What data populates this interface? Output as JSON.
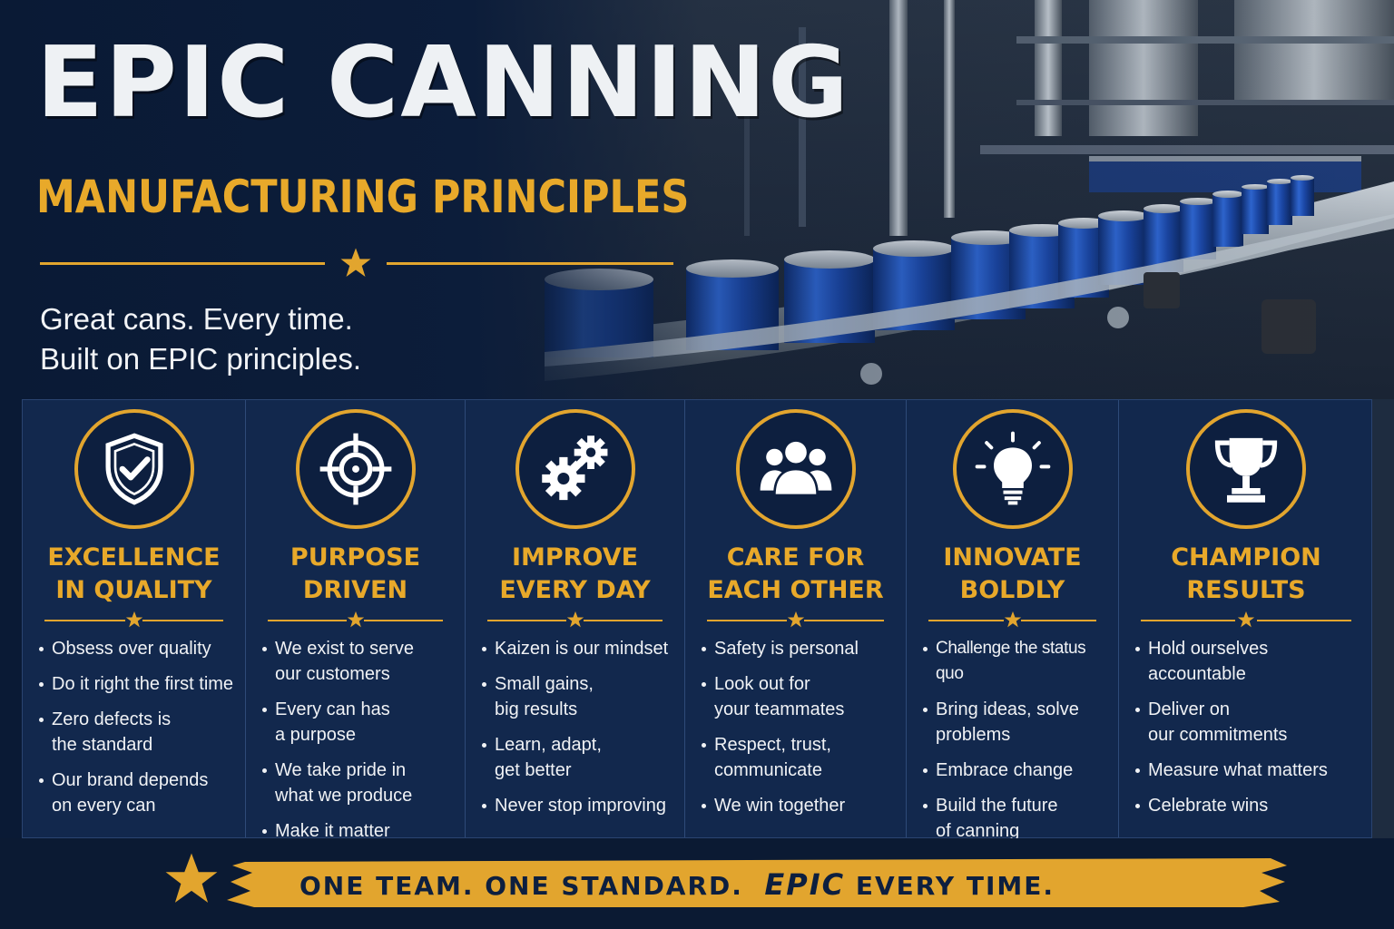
{
  "header": {
    "title": "EPIC CANNING",
    "subtitle": "MANUFACTURING PRINCIPLES",
    "tagline_line1": "Great cans.  Every time.",
    "tagline_line2": "Built on EPIC principles."
  },
  "colors": {
    "navy": "#12284d",
    "gold": "#e2a52e",
    "can_blue": "#1f4fb0"
  },
  "principles": [
    {
      "icon": "shield-check-icon",
      "title": "EXCELLENCE\nIN QUALITY",
      "bullets": [
        "Obsess over quality",
        "Do it right the first time",
        "Zero defects is\nthe standard",
        "Our brand depends\non every can"
      ]
    },
    {
      "icon": "target-icon",
      "title": "PURPOSE\nDRIVEN",
      "bullets": [
        "We exist to serve\nour customers",
        "Every can has\na purpose",
        "We take pride in\nwhat we produce",
        "Make it matter"
      ]
    },
    {
      "icon": "gears-icon",
      "title": "IMPROVE\nEVERY DAY",
      "bullets": [
        "Kaizen is our mindset",
        "Small gains,\nbig results",
        "Learn, adapt,\nget better",
        "Never stop improving"
      ]
    },
    {
      "icon": "team-icon",
      "title": "CARE FOR\nEACH OTHER",
      "bullets": [
        "Safety is personal",
        "Look out for\nyour teammates",
        "Respect, trust,\ncommunicate",
        "We win together"
      ]
    },
    {
      "icon": "lightbulb-icon",
      "title": "INNOVATE\nBOLDLY",
      "bullets": [
        "Challenge the status quo",
        "Bring ideas, solve\nproblems",
        "Embrace change",
        "Build the future\nof canning"
      ]
    },
    {
      "icon": "trophy-icon",
      "title": "CHAMPION\nRESULTS",
      "bullets": [
        "Hold ourselves\naccountable",
        "Deliver on\nour commitments",
        "Measure what matters",
        "Celebrate wins"
      ]
    }
  ],
  "footer": {
    "part1": "ONE TEAM.  ONE STANDARD.",
    "emphasis": "EPIC",
    "part2": "EVERY TIME."
  }
}
